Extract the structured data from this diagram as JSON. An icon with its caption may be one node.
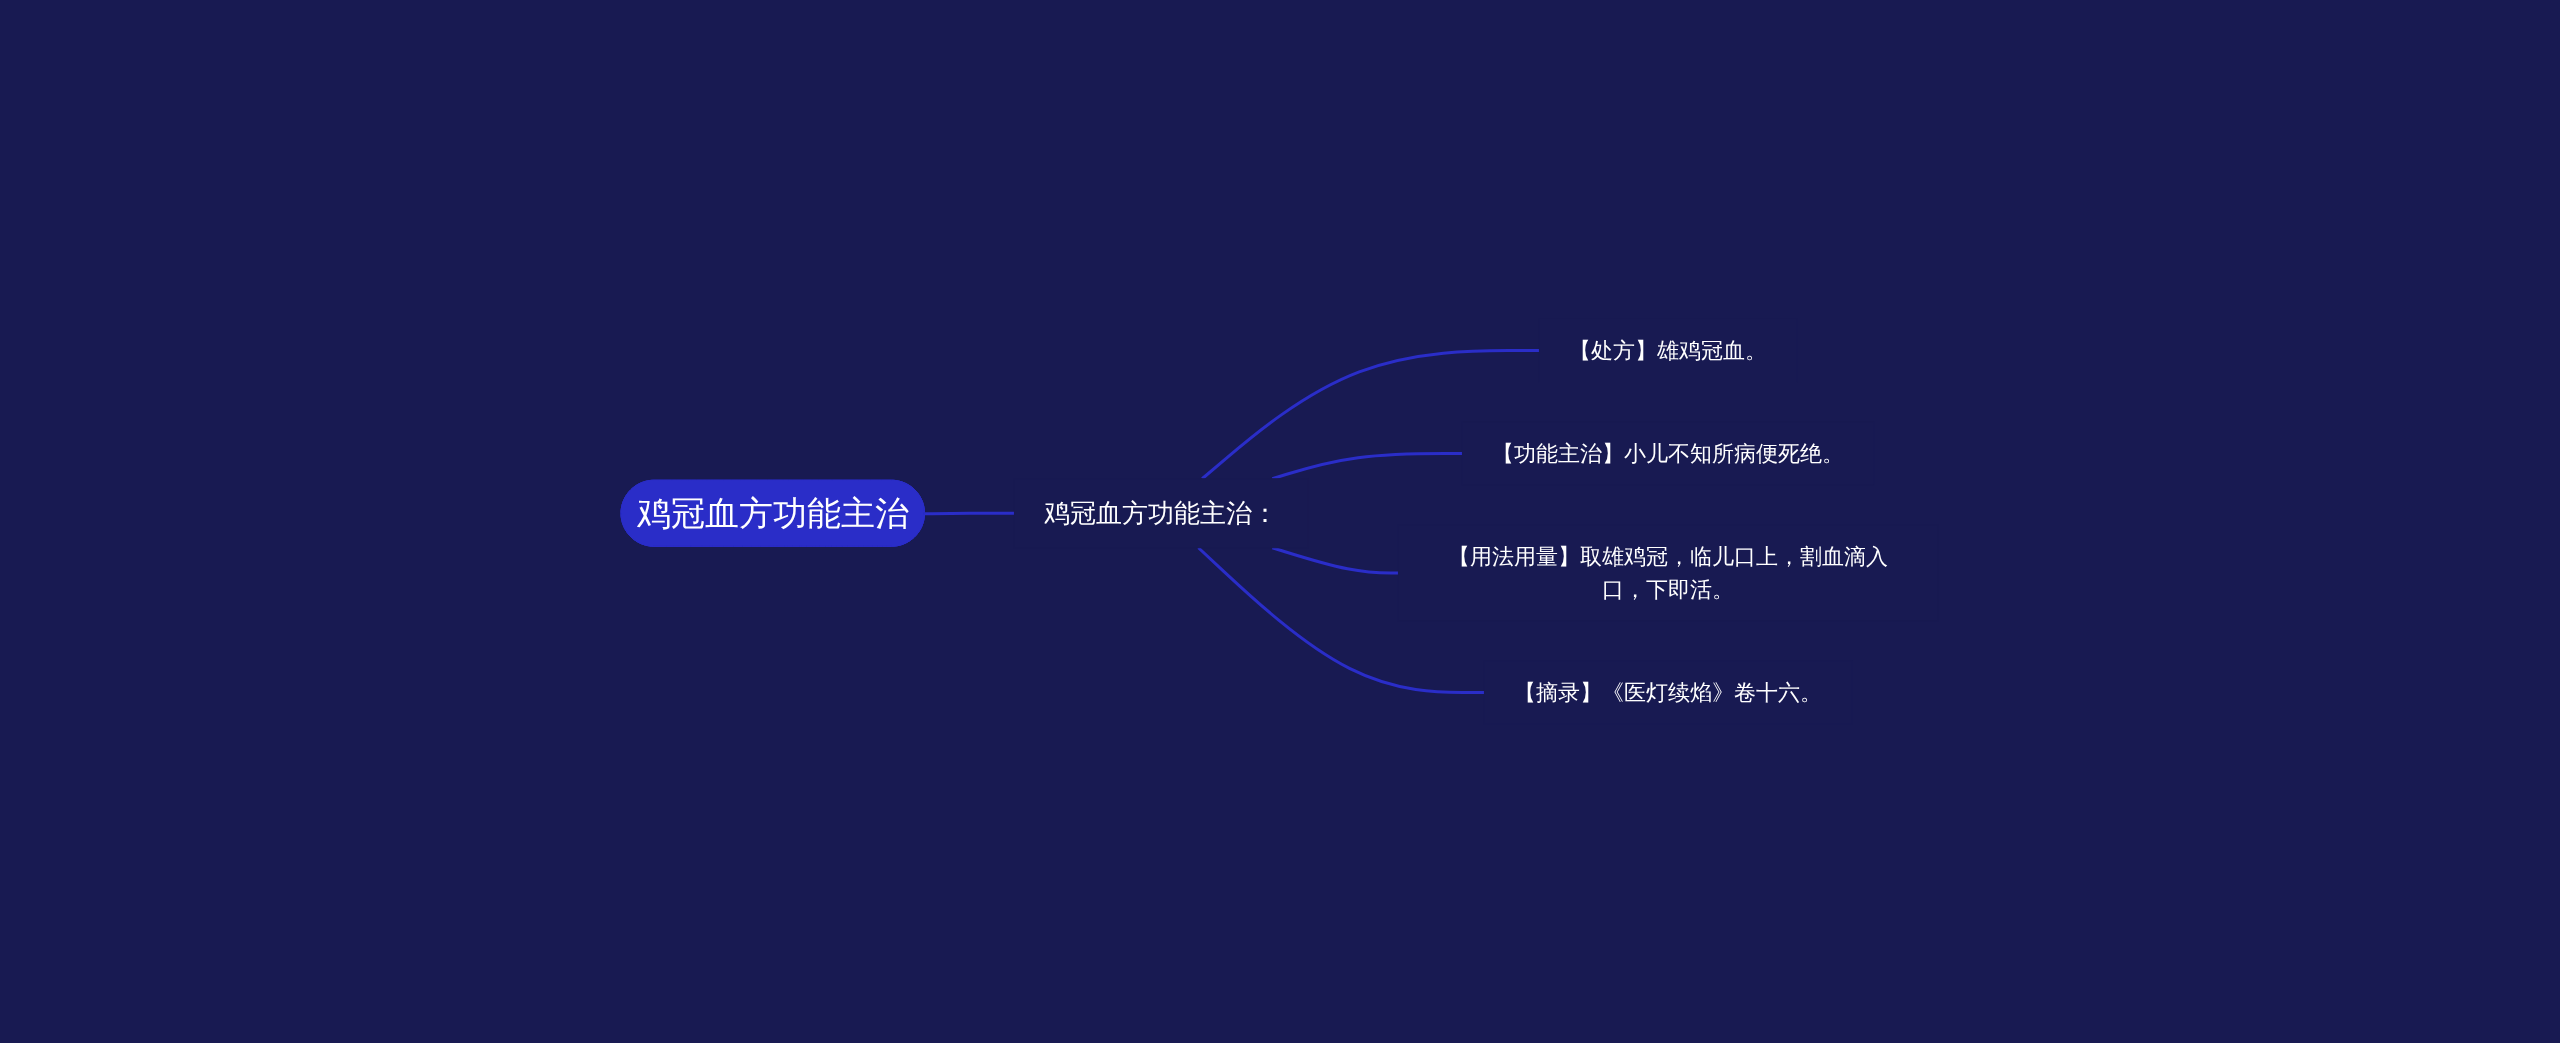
{
  "diagram": {
    "nodes": [
      {
        "text": [
          "鸡冠血方功能主治"
        ]
      },
      {
        "text": [
          "鸡冠血方功能主治："
        ]
      },
      {
        "text": [
          "【处方】雄鸡冠血。"
        ]
      },
      {
        "text": [
          "【功能主治】小儿不知所病便死绝。"
        ]
      },
      {
        "text": [
          "【用法用量】取雄鸡冠，临儿口上，割血滴入口，下即活。"
        ]
      },
      {
        "text": [
          "【摘录】《医灯续焰》卷十六。"
        ]
      }
    ],
    "edges": [
      {
        "from": 0,
        "to": 1,
        "arrow": "none"
      },
      {
        "from": 1,
        "to": 2,
        "arrow": "none"
      },
      {
        "from": 1,
        "to": 3,
        "arrow": "none"
      },
      {
        "from": 1,
        "to": 4,
        "arrow": "none"
      },
      {
        "from": 1,
        "to": 5,
        "arrow": "none"
      }
    ]
  }
}
